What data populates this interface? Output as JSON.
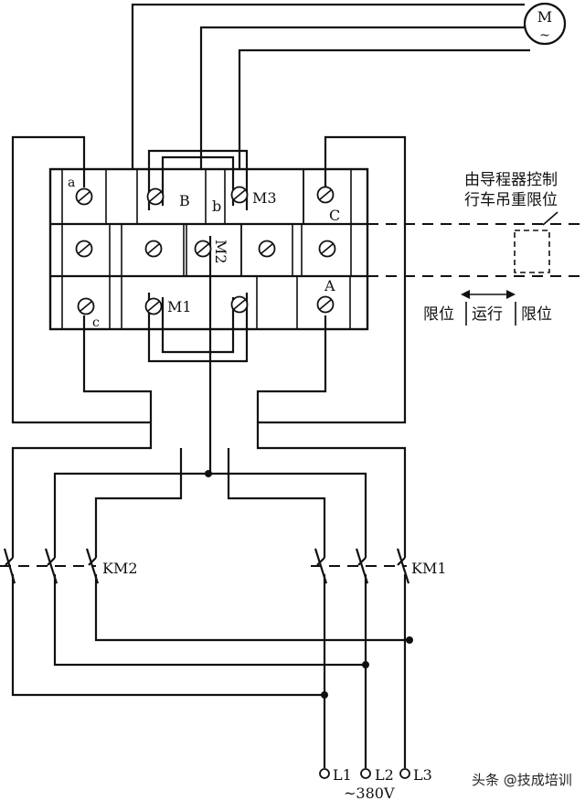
{
  "motor": {
    "label": "M",
    "symbol": "~"
  },
  "terminals": {
    "a": "a",
    "B": "B",
    "b": "b",
    "M3": "M3",
    "C": "C",
    "M2": "M2",
    "c": "c",
    "M1": "M1",
    "A": "A"
  },
  "contactors": {
    "km2": "KM2",
    "km1": "KM1"
  },
  "supply": {
    "l1": "L1",
    "l2": "L2",
    "l3": "L3",
    "voltage": "~380V"
  },
  "note": {
    "line1": "由导程器控制",
    "line2": "行车吊重限位"
  },
  "travel": {
    "left": "限位",
    "middle": "运行",
    "right": "限位"
  },
  "watermark": "头条 @技成培训"
}
